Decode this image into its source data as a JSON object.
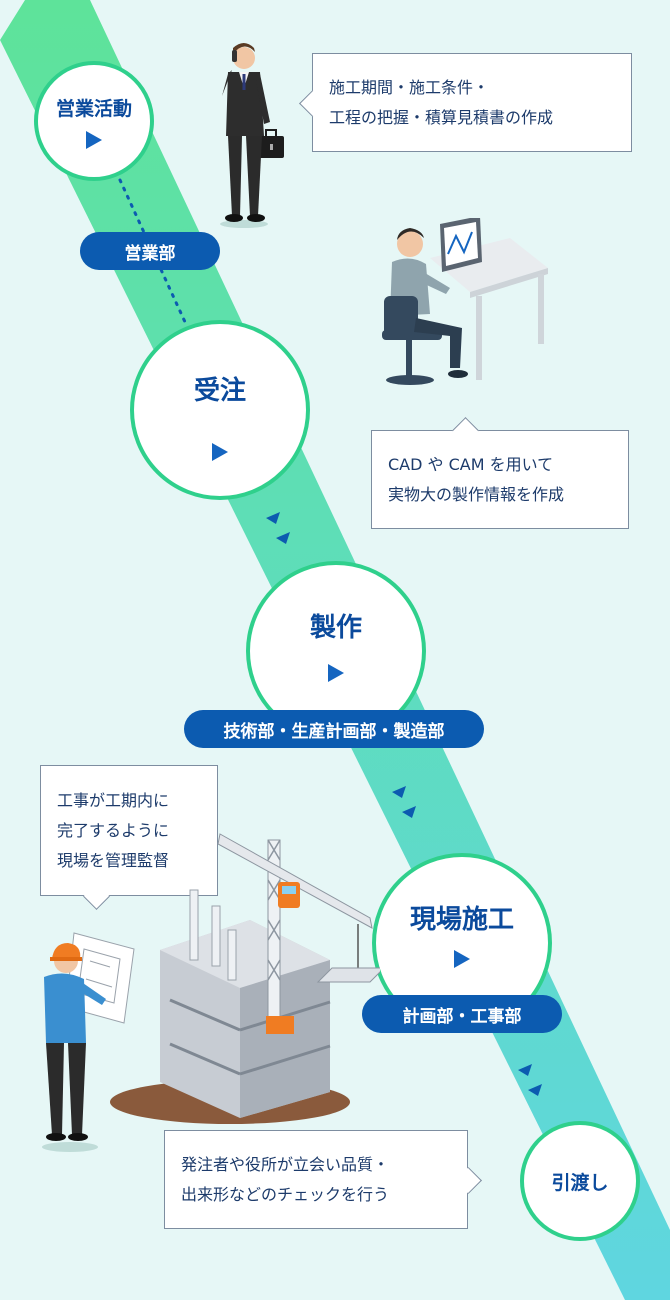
{
  "steps": {
    "sales": {
      "label": "営業活動"
    },
    "order": {
      "label": "受注"
    },
    "fabrication": {
      "label": "製作"
    },
    "construction": {
      "label": "現場施工"
    },
    "handover": {
      "label": "引渡し"
    }
  },
  "departments": {
    "sales": "営業部",
    "fabrication": "技術部・生産計画部・製造部",
    "construction": "計画部・工事部"
  },
  "notes": {
    "sales": [
      "施工期間・施工条件・",
      "工程の把握・積算見積書の作成"
    ],
    "order": [
      "CAD や CAM を用いて",
      "実物大の製作情報を作成"
    ],
    "construction": [
      "工事が工期内に",
      "完了するように",
      "現場を管理監督"
    ],
    "handover": [
      "発注者や役所が立会い品質・",
      "出来形などのチェックを行う"
    ]
  },
  "icons": {
    "step_arrow": "play-triangle-icon",
    "flow_arrow": "double-chevron-down-icon"
  },
  "colors": {
    "band_top": "#5ee39a",
    "band_bottom": "#5fd6e0",
    "circle_border": "#2fd08c",
    "pill": "#0c5bb0",
    "heading": "#0b4a9c"
  }
}
